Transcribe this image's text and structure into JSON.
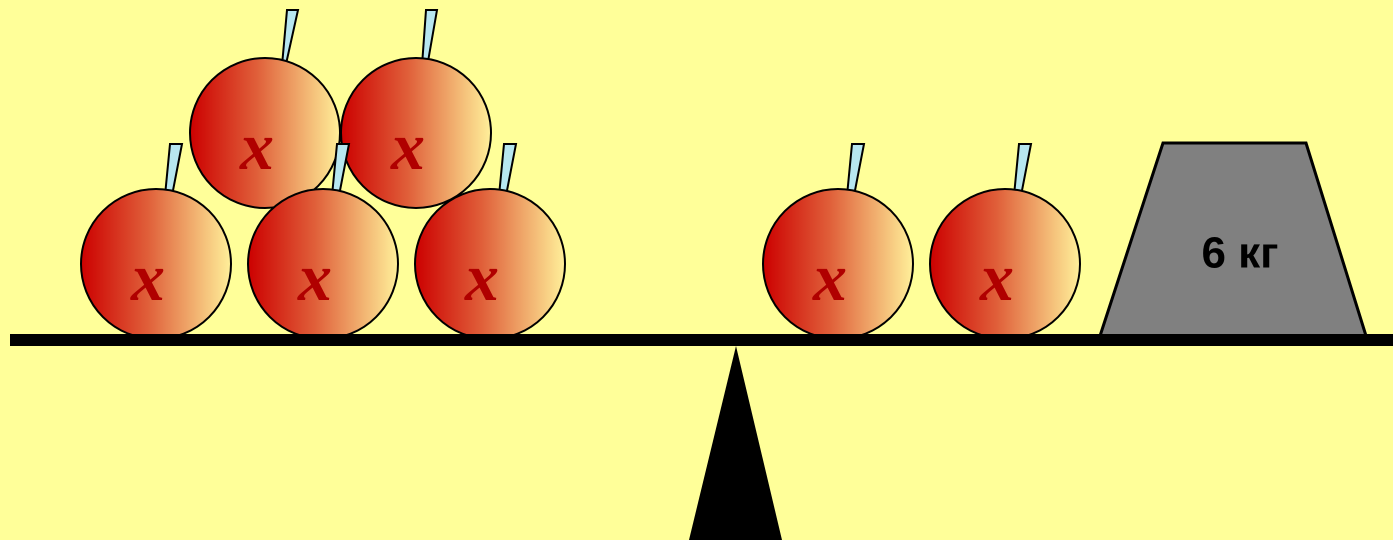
{
  "scene": {
    "background": "#FFFF99",
    "beam_color": "#000000",
    "fulcrum_color": "#000000"
  },
  "apple": {
    "label": "x",
    "gradient_from": "#CC0000",
    "gradient_mid": "#E0603A",
    "gradient_to": "#FFF09A",
    "stem_color": "#B7E7F0",
    "label_color": "#B00000"
  },
  "left_pan": {
    "apple_count": 5
  },
  "right_pan": {
    "apple_count": 2,
    "weight": {
      "label": "6 кг",
      "fill": "#808080"
    }
  }
}
